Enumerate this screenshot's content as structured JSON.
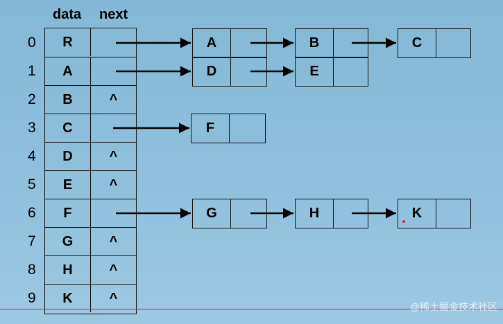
{
  "headers": {
    "data": "data",
    "next": "next"
  },
  "rows": [
    {
      "index": "0",
      "data": "R",
      "next": ""
    },
    {
      "index": "1",
      "data": "A",
      "next": ""
    },
    {
      "index": "2",
      "data": "B",
      "next": "^"
    },
    {
      "index": "3",
      "data": "C",
      "next": ""
    },
    {
      "index": "4",
      "data": "D",
      "next": "^"
    },
    {
      "index": "5",
      "data": "E",
      "next": "^"
    },
    {
      "index": "6",
      "data": "F",
      "next": ""
    },
    {
      "index": "7",
      "data": "G",
      "next": "^"
    },
    {
      "index": "8",
      "data": "H",
      "next": "^"
    },
    {
      "index": "9",
      "data": "K",
      "next": "^"
    }
  ],
  "lists": [
    {
      "row": 0,
      "nodes": [
        "A",
        "B",
        "C"
      ]
    },
    {
      "row": 1,
      "nodes": [
        "D",
        "E"
      ]
    },
    {
      "row": 3,
      "nodes": [
        "F"
      ]
    },
    {
      "row": 6,
      "nodes": [
        "G",
        "H",
        "K"
      ]
    }
  ],
  "watermark": "@稀土掘金技术社区",
  "colors": {
    "background": "#8fc0dc",
    "line": "#111111",
    "annotation": "#d62a3a"
  }
}
